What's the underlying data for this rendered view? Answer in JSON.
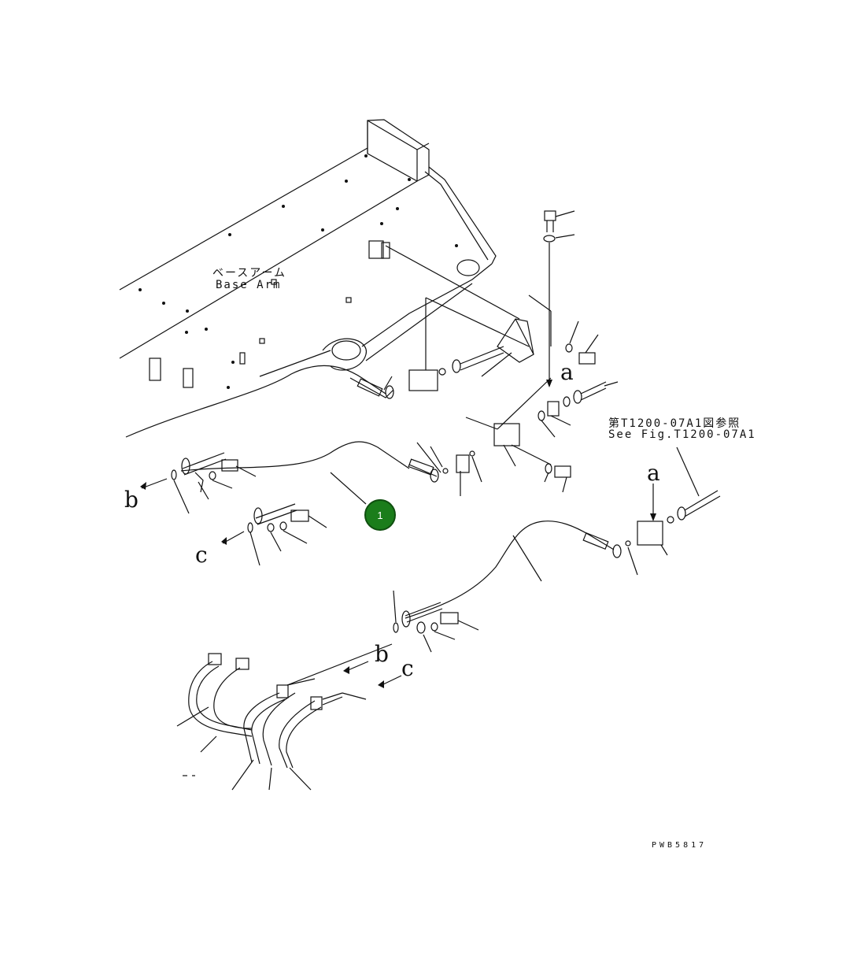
{
  "arm_label": {
    "jp": "ベースアーム",
    "en": "Base Arm"
  },
  "reference": {
    "jp": "第T1200-07A1図参照",
    "en": "See Fig.T1200-07A1"
  },
  "markers": {
    "a_top": "a",
    "a_right": "a",
    "b_left": "b",
    "c_left": "c",
    "b_bottom": "b",
    "c_bottom": "c"
  },
  "callout": {
    "number": "1",
    "color": "#1b7d1b"
  },
  "drawing_code": "PWB5817"
}
